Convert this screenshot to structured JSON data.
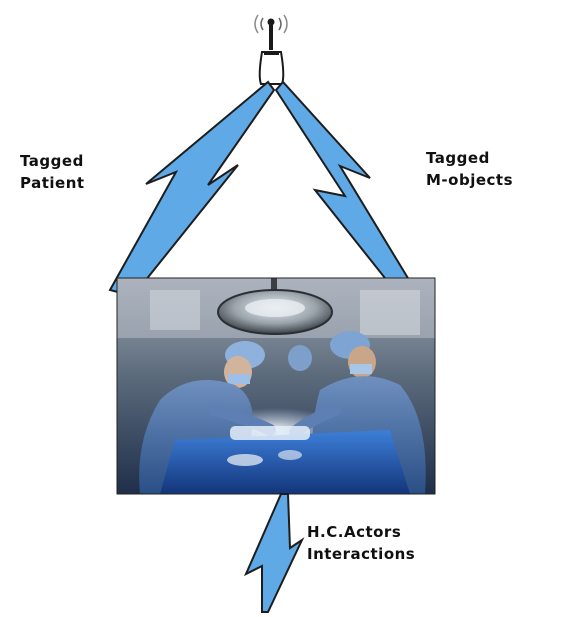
{
  "labels": {
    "tagged_patient": [
      "Tagged",
      "Patient"
    ],
    "tagged_mobjects": [
      "Tagged",
      "M-objects"
    ],
    "hc_actors": [
      "H.C.Actors",
      "Interactions"
    ]
  },
  "icons": {
    "reader": "antenna-reader-icon",
    "signal_left": "lightning-bolt-icon",
    "signal_right": "lightning-bolt-icon",
    "signal_bottom": "lightning-bolt-icon"
  },
  "photo": {
    "subject": "surgical-team-operating-room-photo"
  },
  "colors": {
    "bolt_fill": "#5fa9e6",
    "bolt_stroke": "#1d1d1d",
    "background": "#ffffff",
    "text": "#101010"
  }
}
